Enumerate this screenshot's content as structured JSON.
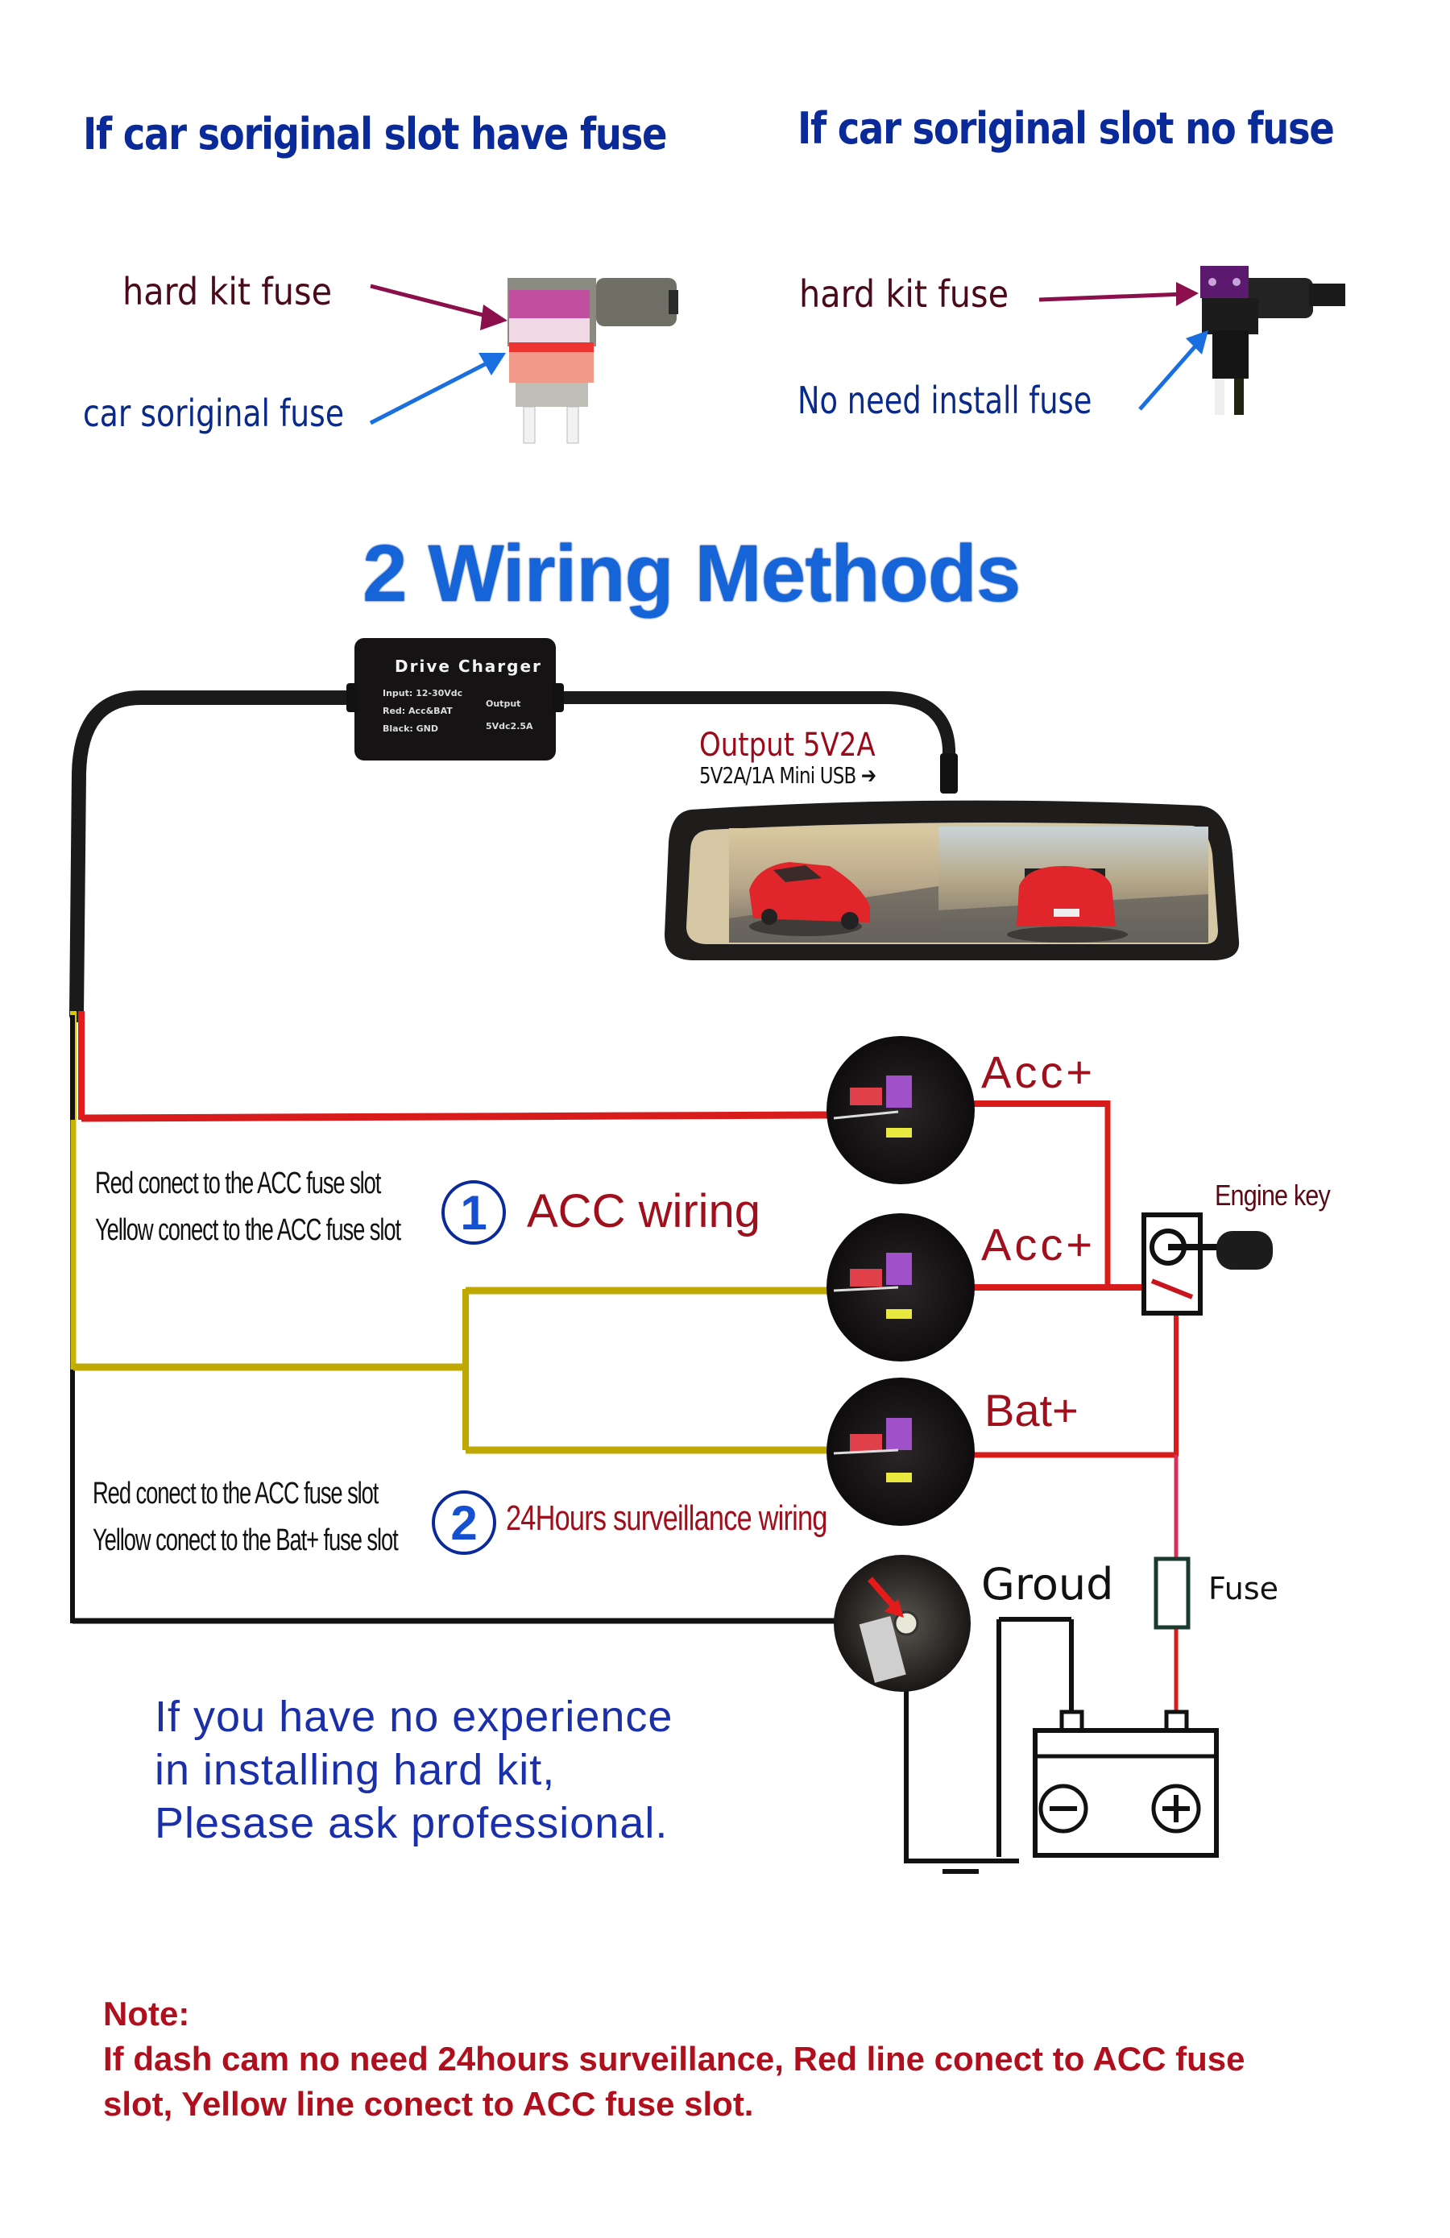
{
  "fuse_section": {
    "left": {
      "heading": "If car soriginal slot have fuse",
      "label_top": "hard kit fuse",
      "label_bottom": "car soriginal fuse"
    },
    "right": {
      "heading": "If car soriginal slot no fuse",
      "label_top": "hard kit fuse",
      "label_bottom": "No need install fuse"
    }
  },
  "title": "2 Wiring Methods",
  "charger": {
    "title": "Drive Charger",
    "input_lines": [
      "Input: 12-30Vdc",
      "Red: Acc&BAT",
      "Black: GND"
    ],
    "output_lines": [
      "Output",
      "5Vdc2.5A"
    ]
  },
  "output": {
    "main": "Output 5V2A",
    "sub": "5V2A/1A Mini USB"
  },
  "methods": [
    {
      "number": "1",
      "name": "ACC wiring",
      "lines": [
        "Red conect to the ACC fuse slot",
        "Yellow conect to the ACC fuse slot"
      ]
    },
    {
      "number": "2",
      "name": "24Hours surveillance wiring",
      "lines": [
        "Red conect to the ACC fuse slot",
        "Yellow conect to the Bat+ fuse slot"
      ]
    }
  ],
  "slots": {
    "acc1": "Acc+",
    "acc2": "Acc+",
    "bat": "Bat+",
    "ground": "Groud",
    "fuse": "Fuse",
    "engine_key": "Engine key"
  },
  "advice": [
    "If you have no experience",
    "in installing hard kit,",
    "Plesase ask professional."
  ],
  "note": {
    "heading": "Note:",
    "lines": [
      "If dash cam no need 24hours surveillance, Red line conect to ACC fuse",
      "slot, Yellow line conect to ACC fuse slot."
    ]
  },
  "colors": {
    "heading_blue": "#0a2a9a",
    "title_blue": "#1565d8",
    "wire_red": "#d41a1a",
    "wire_yellow": "#c8b400",
    "wire_black": "#111111",
    "note_red": "#b0101e"
  }
}
